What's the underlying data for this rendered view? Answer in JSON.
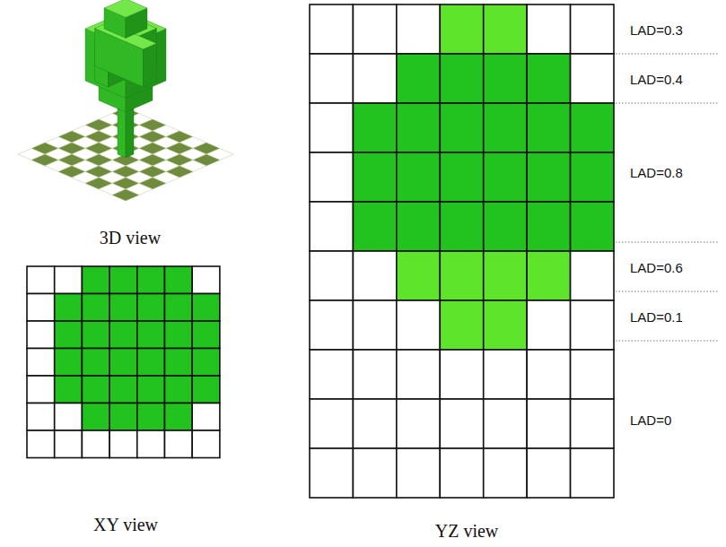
{
  "diagram": {
    "labels": [
      "3D view",
      "XY view",
      "YZ view",
      "LAD=0.3",
      "LAD=0.4",
      "LAD=0.8",
      "LAD=0.6",
      "LAD=0.1",
      "LAD=0"
    ]
  }
}
